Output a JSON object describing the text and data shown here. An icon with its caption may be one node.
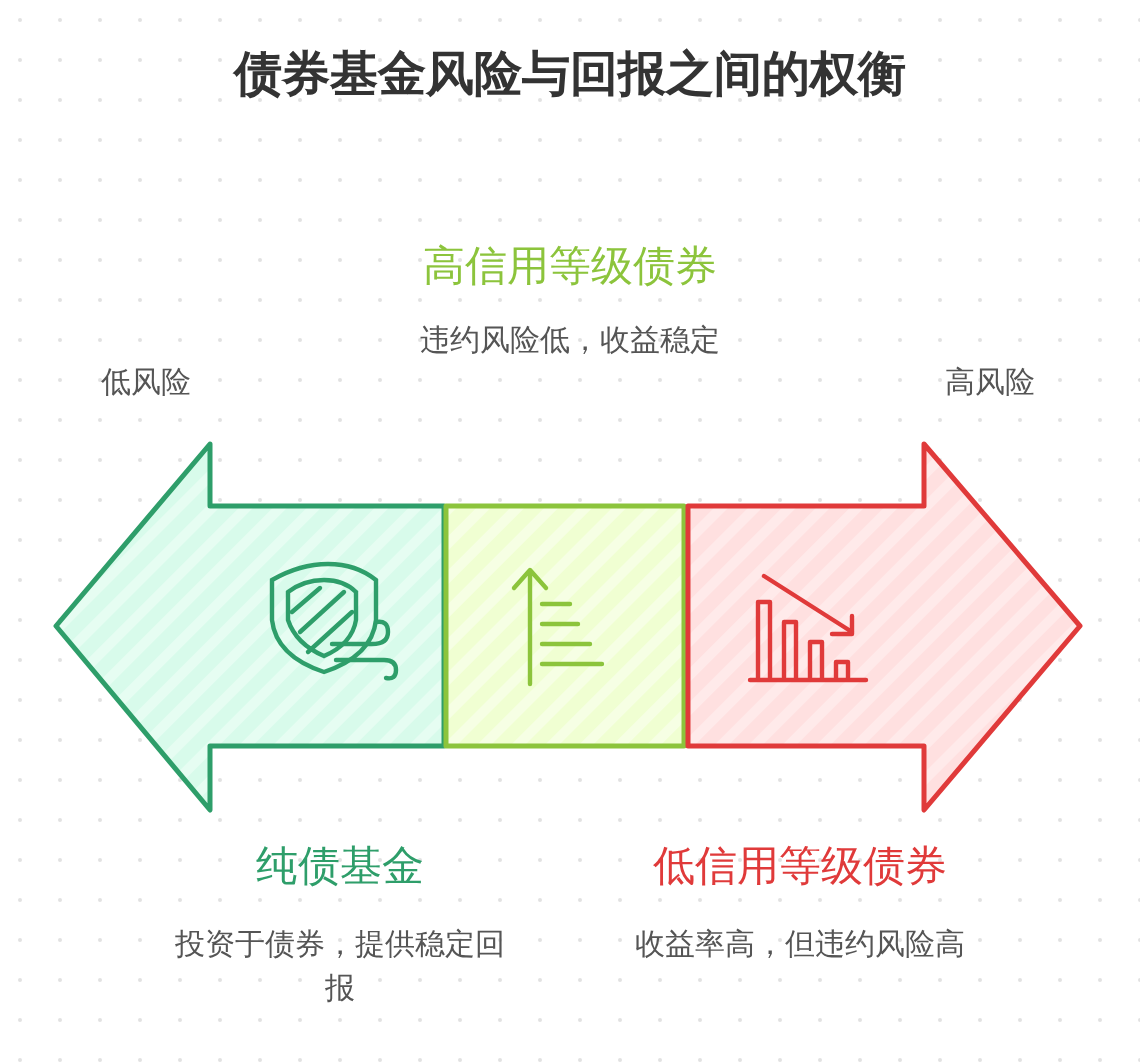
{
  "diagram": {
    "title": "债券基金风险与回报之间的权衡",
    "nodes": [
      {
        "text": [
          "纯债基金",
          "投资于债券，提供稳定回报"
        ]
      },
      {
        "text": [],
        "shape": "box"
      },
      {
        "text": [
          "低信用等级债券",
          "收益率高，但违约风险高"
        ]
      }
    ],
    "labels": [
      "高信用等级债券",
      "违约风险低，收益稳定",
      "低风险",
      "高风险"
    ]
  }
}
